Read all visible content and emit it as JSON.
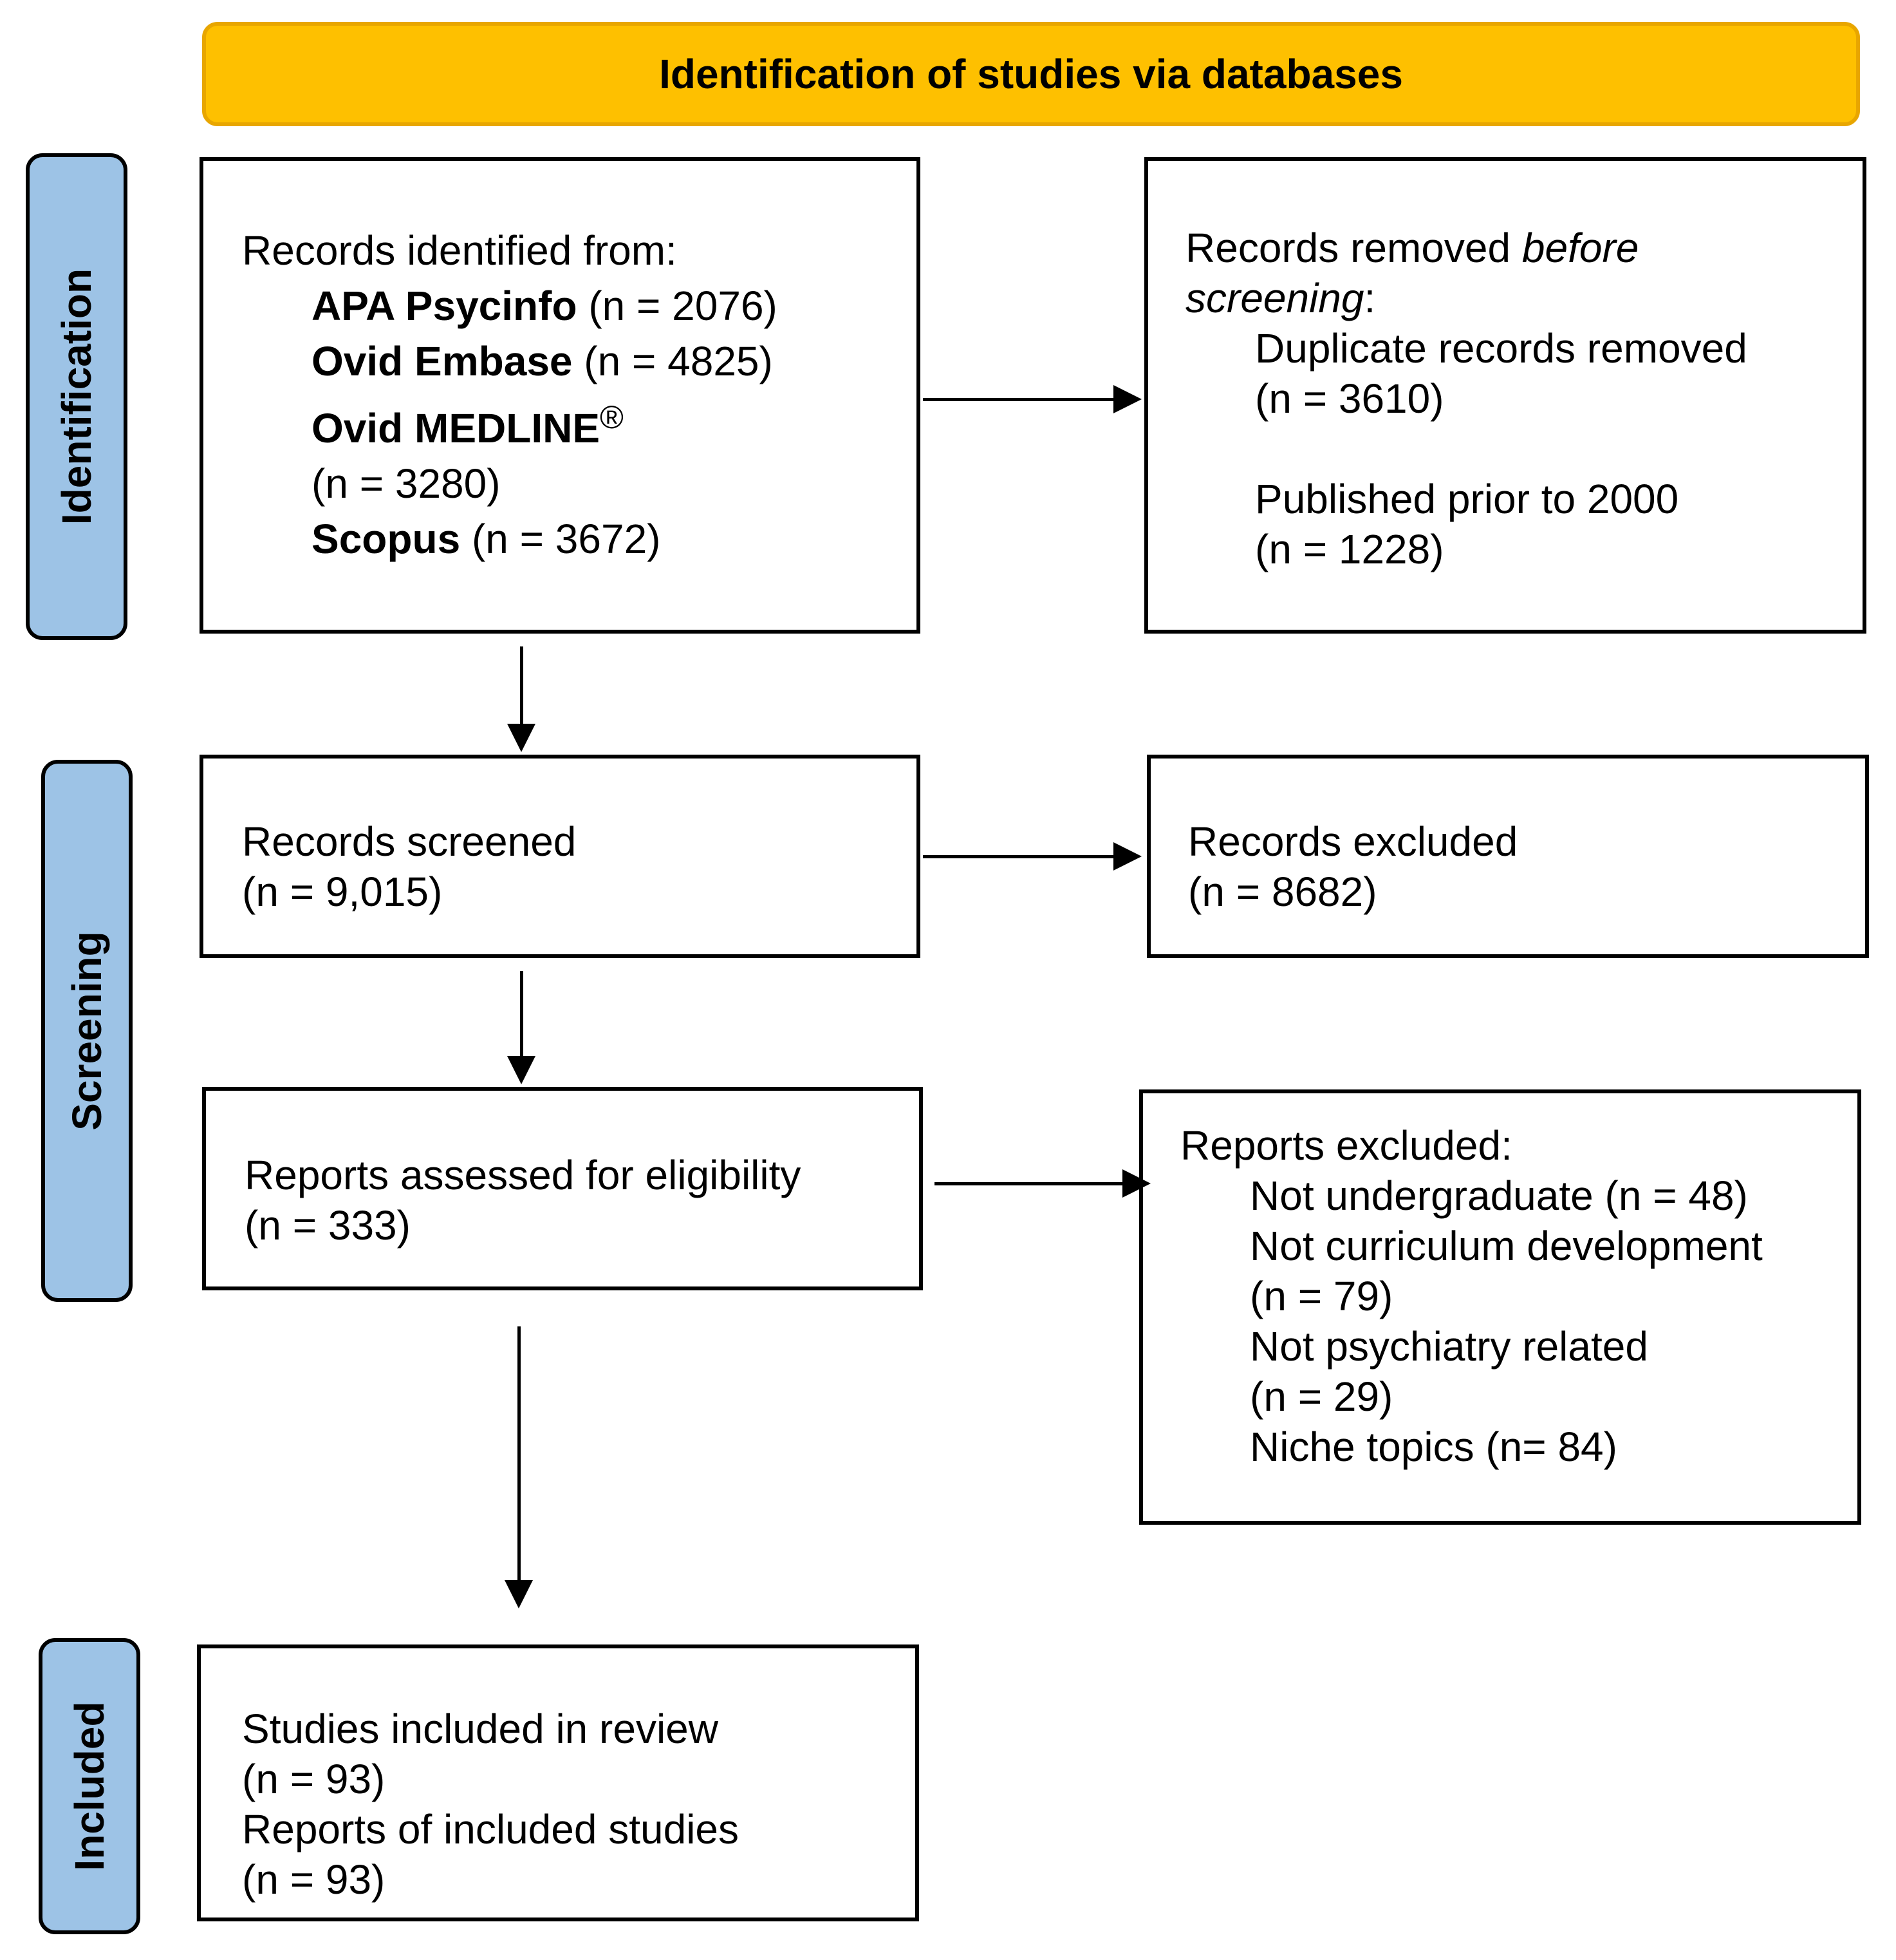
{
  "header": {
    "title": "Identification of studies via databases"
  },
  "phases": {
    "identification": "Identification",
    "screening": "Screening",
    "included": "Included"
  },
  "records_identified": {
    "heading": "Records identified from:",
    "sources": [
      {
        "name": "APA Psycinfo",
        "count": "(n = 2076)"
      },
      {
        "name": "Ovid Embase",
        "count": "(n = 4825)"
      },
      {
        "name": "Ovid MEDLINE",
        "symbol": "®",
        "count": "(n = 3280)"
      },
      {
        "name": "Scopus",
        "count": "(n = 3672)"
      }
    ]
  },
  "records_removed": {
    "heading_start": "Records removed ",
    "heading_italic_1": "before",
    "heading_italic_2": "screening",
    "heading_end": ":",
    "items": [
      {
        "label": "Duplicate records removed",
        "count": "(n = 3610)"
      },
      {
        "label": "Published prior to 2000",
        "count": "(n = 1228)"
      }
    ]
  },
  "records_screened": {
    "label": "Records screened",
    "count": "(n = 9,015)"
  },
  "records_excluded": {
    "label": "Records excluded",
    "count": "(n = 8682)"
  },
  "reports_assessed": {
    "label": "Reports assessed for eligibility",
    "count": "(n = 333)"
  },
  "reports_excluded": {
    "heading": "Reports excluded:",
    "lines": [
      "Not undergraduate (n = 48)",
      "Not curriculum development",
      "(n = 79)",
      "Not psychiatry related",
      "(n = 29)",
      "Niche topics (n= 84)"
    ]
  },
  "studies_included": {
    "label": "Studies included in review",
    "count": "(n = 93)",
    "reports_label": "Reports of included studies",
    "reports_count": "(n = 93)"
  },
  "colors": {
    "header_fill": "#fec000",
    "phase_fill": "#9dc3e6"
  }
}
